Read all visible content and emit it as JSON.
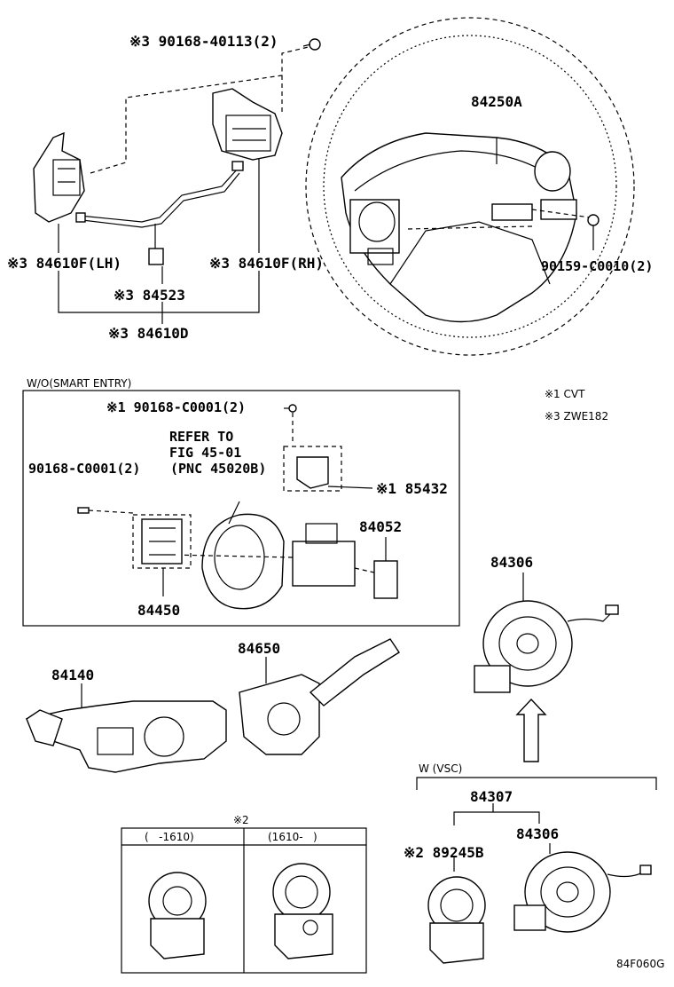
{
  "labels": {
    "bolt_top": "※3 90168-40113(2)",
    "wheel": "84250A",
    "switch_lh": "※3 84610F(LH)",
    "switch_rh": "※3 84610F(RH)",
    "wire": "※3 84523",
    "switch_assy": "※3 84610D",
    "screw_right": "90159-C0010(2)",
    "section_title": "W/O(SMART ENTRY)",
    "note_cvt": "※1 CVT",
    "note_zwe": "※3 ZWE182",
    "screw_lock": "※1 90168-C0001(2)",
    "refer_line1": "REFER TO",
    "refer_line2": "FIG 45-01",
    "refer_line3": "(PNC 45020B)",
    "screw_left": "90168-C0001(2)",
    "lock_part": "※1 85432",
    "part_84052": "84052",
    "part_84450": "84450",
    "part_84306_top": "84306",
    "part_84140": "84140",
    "part_84650": "84650",
    "vsc_title": "W (VSC)",
    "part_84307": "84307",
    "part_84306_bottom": "84306",
    "part_89245b": "※2 89245B",
    "note2_mark": "※2",
    "col1_header": "(   -1610)",
    "col2_header": "(1610-   )",
    "footer_code": "84F060G"
  }
}
